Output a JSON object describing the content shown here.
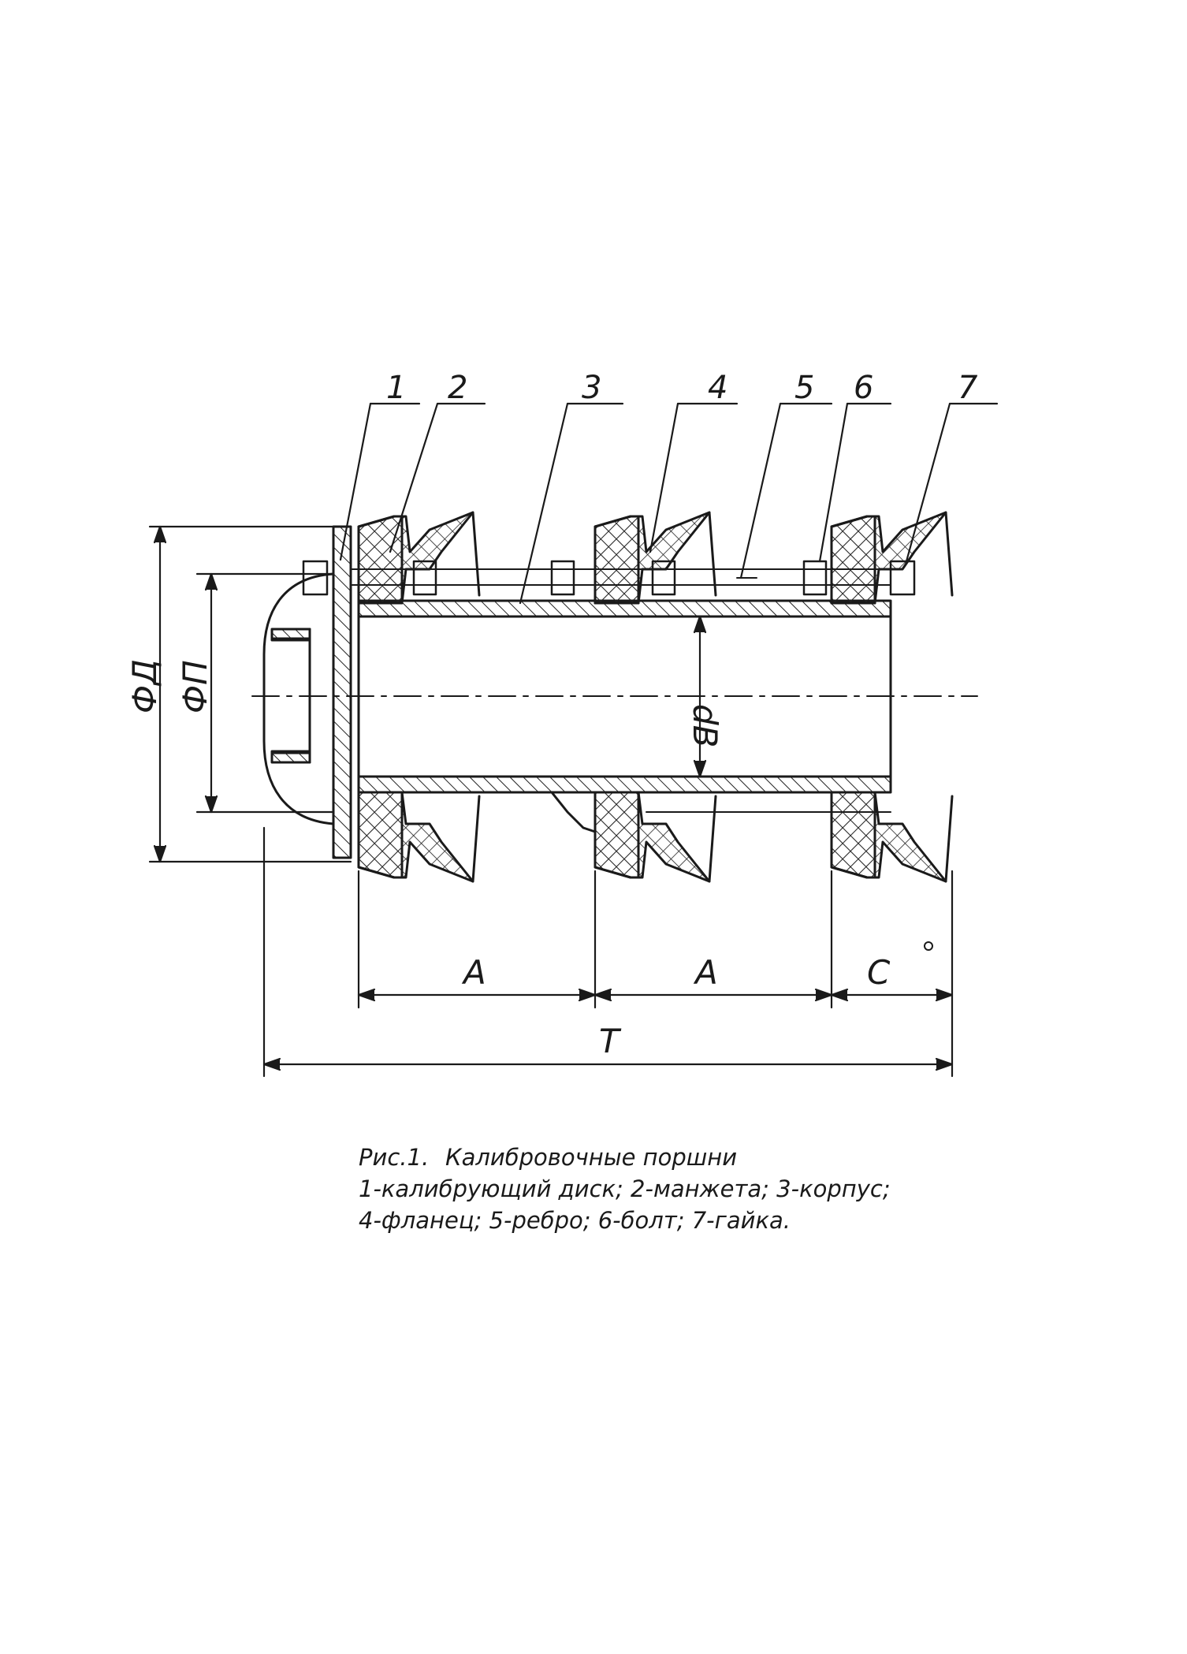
{
  "figure": {
    "callouts": [
      "1",
      "2",
      "3",
      "4",
      "5",
      "6",
      "7"
    ],
    "dimensions": {
      "outer_diameter": "ФД",
      "flange_diameter": "ФП",
      "bore_diameter": "dВ",
      "spacing_a1": "А",
      "spacing_a2": "А",
      "end_c": "С",
      "total_t": "Т"
    },
    "caption": {
      "line1_num": "Рис.1.",
      "line1_title": "Калибровочные поршни",
      "line2": "1-калибрующий диск; 2-манжета; 3-корпус;",
      "line3": "4-фланец; 5-ребро; 6-болт; 7-гайка."
    }
  }
}
